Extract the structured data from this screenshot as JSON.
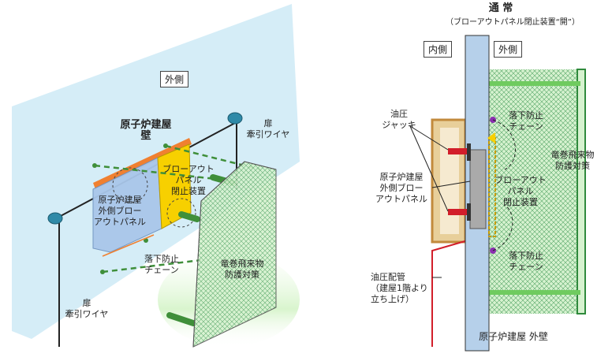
{
  "left": {
    "outside_label": "外側",
    "wall_label": "原子炉建屋\n壁",
    "top_wire_label": "扉\n牽引ワイヤ",
    "bottom_wire_label": "扉\n牽引ワイヤ",
    "blowout_device_label": "ブローアウト\nパネル\n閉止装置",
    "blowout_panel_label": "原子炉建屋\n外側ブロー\nアウトパネル",
    "chain_label": "落下防止\nチェーン",
    "tornado_label": "竜巻飛来物\n防護対策"
  },
  "right": {
    "title": "通 常",
    "subtitle": "（ブローアウトパネル閉止装置“開”）",
    "inside_label": "内側",
    "outside_label": "外側",
    "jack_label": "油圧\nジャッキ",
    "panel_label": "原子炉建屋\n外側ブロー\nアウトパネル",
    "chain_top_label": "落下防止\nチェーン",
    "chain_bottom_label": "落下防止\nチェーン",
    "tornado_label": "竜巻飛来物\n防護対策",
    "device_label": "ブローアウト\nパネル\n閉止装置",
    "pipe_label": "油圧配管\n（建屋1階より\n立ち上げ）",
    "wall_label": "原子炉建屋 外壁"
  },
  "colors": {
    "wall": "#d3ecf7",
    "net": "#c9efc0",
    "frame_green": "#2f8a3c",
    "orange": "#f08030",
    "yellow": "#f7d000",
    "jack": "#d2a35e",
    "red": "#d21e2a"
  }
}
